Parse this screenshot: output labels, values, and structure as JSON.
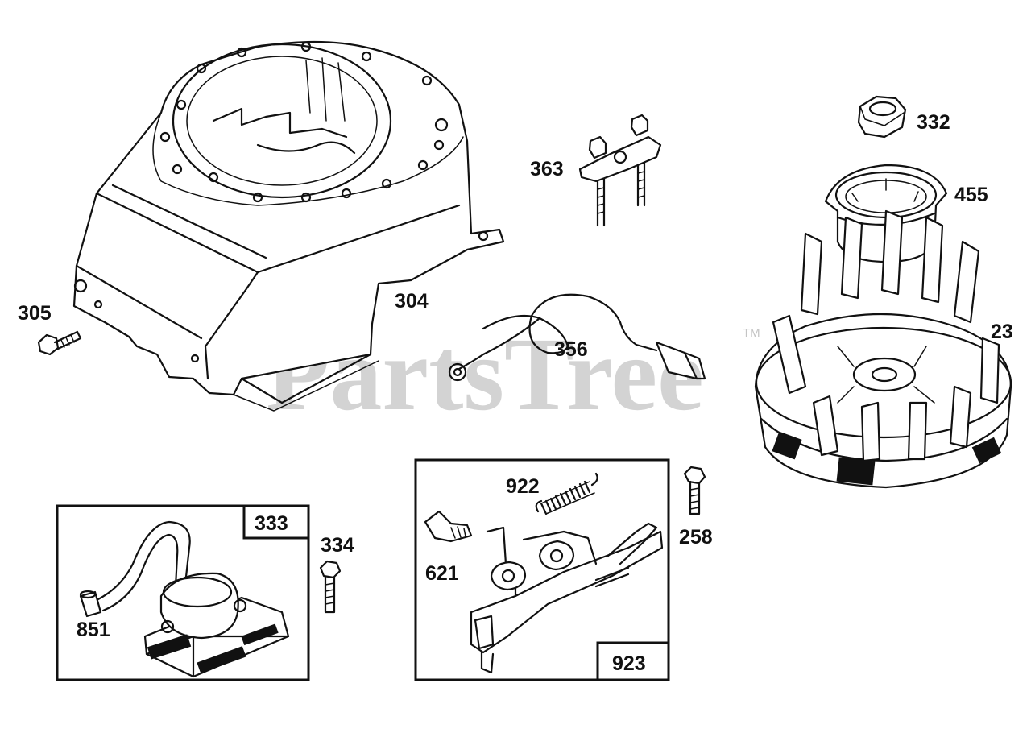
{
  "watermark": {
    "text": "PartsTree",
    "trademark": "TM"
  },
  "callouts": {
    "p23": "23",
    "p258": "258",
    "p304": "304",
    "p305": "305",
    "p332": "332",
    "p333": "333",
    "p334": "334",
    "p356": "356",
    "p363": "363",
    "p455": "455",
    "p621": "621",
    "p851": "851",
    "p922": "922",
    "p923": "923"
  },
  "colors": {
    "line": "#111111",
    "background": "#ffffff",
    "watermark": "#d3d3d3"
  }
}
